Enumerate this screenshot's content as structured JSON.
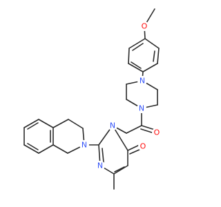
{
  "molecule": {
    "colors": {
      "carbon_bond": "#2b2b2b",
      "nitrogen": "#3050f8",
      "oxygen": "#ff0d0d"
    },
    "atoms": {
      "o_methoxy": "O",
      "n_pip_top": "N",
      "n_pip_bottom": "N",
      "o_carbonyl": "O",
      "n_pyr_3": "N",
      "n_iq": "N",
      "n_pyr_1": "N",
      "o_pyr_4": "O"
    }
  }
}
